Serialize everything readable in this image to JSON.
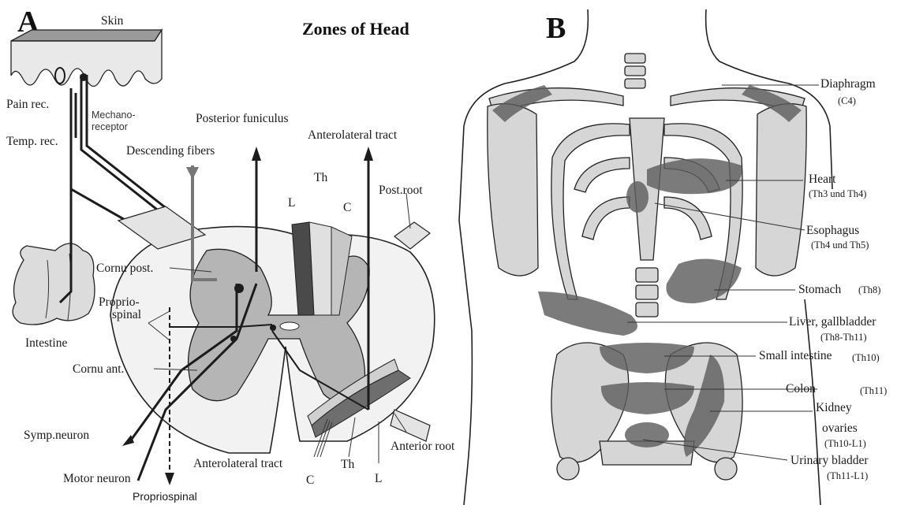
{
  "panel_a": {
    "letter": "A",
    "title": "Zones of Head",
    "labels": {
      "skin": "Skin",
      "pain_rec": "Pain rec.",
      "temp_rec": "Temp. rec.",
      "mechano_1": "Mechano-",
      "mechano_2": "receptor",
      "posterior_funiculus": "Posterior funiculus",
      "anterolateral_tract_top": "Anterolateral tract",
      "descending_fibers": "Descending fibers",
      "th_top": "Th",
      "l_top": "L",
      "c_top": "C",
      "post_root": "Post.root",
      "cornu_post": "Cornu post.",
      "proprio_1": "Proprio-",
      "proprio_2": "spinal",
      "intestine": "Intestine",
      "cornu_ant": "Cornu ant.",
      "symp_neuron": "Symp.neuron",
      "motor_neuron": "Motor neuron",
      "propriospinal": "Propriospinal",
      "anterolateral_tract_bottom": "Anterolateral tract",
      "c_bottom": "C",
      "th_bottom": "Th",
      "l_bottom": "L",
      "anterior_root": "Anterior root"
    }
  },
  "panel_b": {
    "letter": "B",
    "organs": [
      {
        "name": "Diaphragm",
        "segment": "(C4)"
      },
      {
        "name": "Heart",
        "segment": "(Th3 und Th4)"
      },
      {
        "name": "Esophagus",
        "segment": "(Th4 und Th5)"
      },
      {
        "name": "Stomach",
        "segment": "(Th8)"
      },
      {
        "name": "Liver, gallbladder",
        "segment": "(Th8-Th11)"
      },
      {
        "name": "Small intestine",
        "segment": "(Th10)"
      },
      {
        "name": "Colon",
        "segment": "(Th11)"
      },
      {
        "name": "Kidney",
        "segment": ""
      },
      {
        "name": "ovaries",
        "segment": "(Th10-L1)"
      },
      {
        "name": "Urinary bladder",
        "segment": "(Th11-L1)"
      }
    ]
  },
  "colors": {
    "zone_shade": "#5e5e5e",
    "bone_fill": "#d6d6d6",
    "line": "#1c1c1c"
  }
}
